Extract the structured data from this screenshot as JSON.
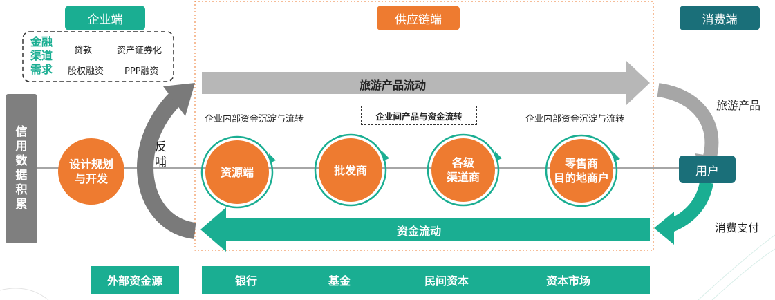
{
  "colors": {
    "orange": "#ee7b30",
    "teal": "#1aae92",
    "dark_teal": "#1a6f79",
    "grey": "#a6a6a6",
    "dark_grey": "#777777"
  },
  "enterprise": {
    "label": "企业端",
    "finance_title": [
      "金融",
      "渠道",
      "需求"
    ],
    "finance_items": [
      "贷款",
      "资产证券化",
      "股权融资",
      "PPP融资"
    ]
  },
  "supply_chain": {
    "label": "供应链端",
    "product_flow": "旅游产品流动",
    "internal_left": "企业内部资金沉淀与流转",
    "inter_enterprise": "企业间产品与资金流转",
    "internal_right": "企业内部资金沉淀与流转",
    "nodes": [
      {
        "line1": "资源端",
        "line2": ""
      },
      {
        "line1": "批发商",
        "line2": ""
      },
      {
        "line1": "各级",
        "line2": "渠道商"
      },
      {
        "line1": "零售商",
        "line2": "目的地商户"
      }
    ],
    "capital_flow": "资金流动"
  },
  "consumer": {
    "label": "消费端",
    "travel_products": "旅游产品",
    "user": "用户",
    "payment": "消费支付"
  },
  "left": {
    "credit": [
      "信",
      "用",
      "数",
      "据",
      "积",
      "累"
    ],
    "design": {
      "line1": "设计规划",
      "line2": "与开发"
    },
    "feedback": [
      "反",
      "哺"
    ]
  },
  "funds": {
    "external": "外部资金源",
    "sources": [
      "银行",
      "基金",
      "民间资本",
      "资本市场"
    ]
  }
}
